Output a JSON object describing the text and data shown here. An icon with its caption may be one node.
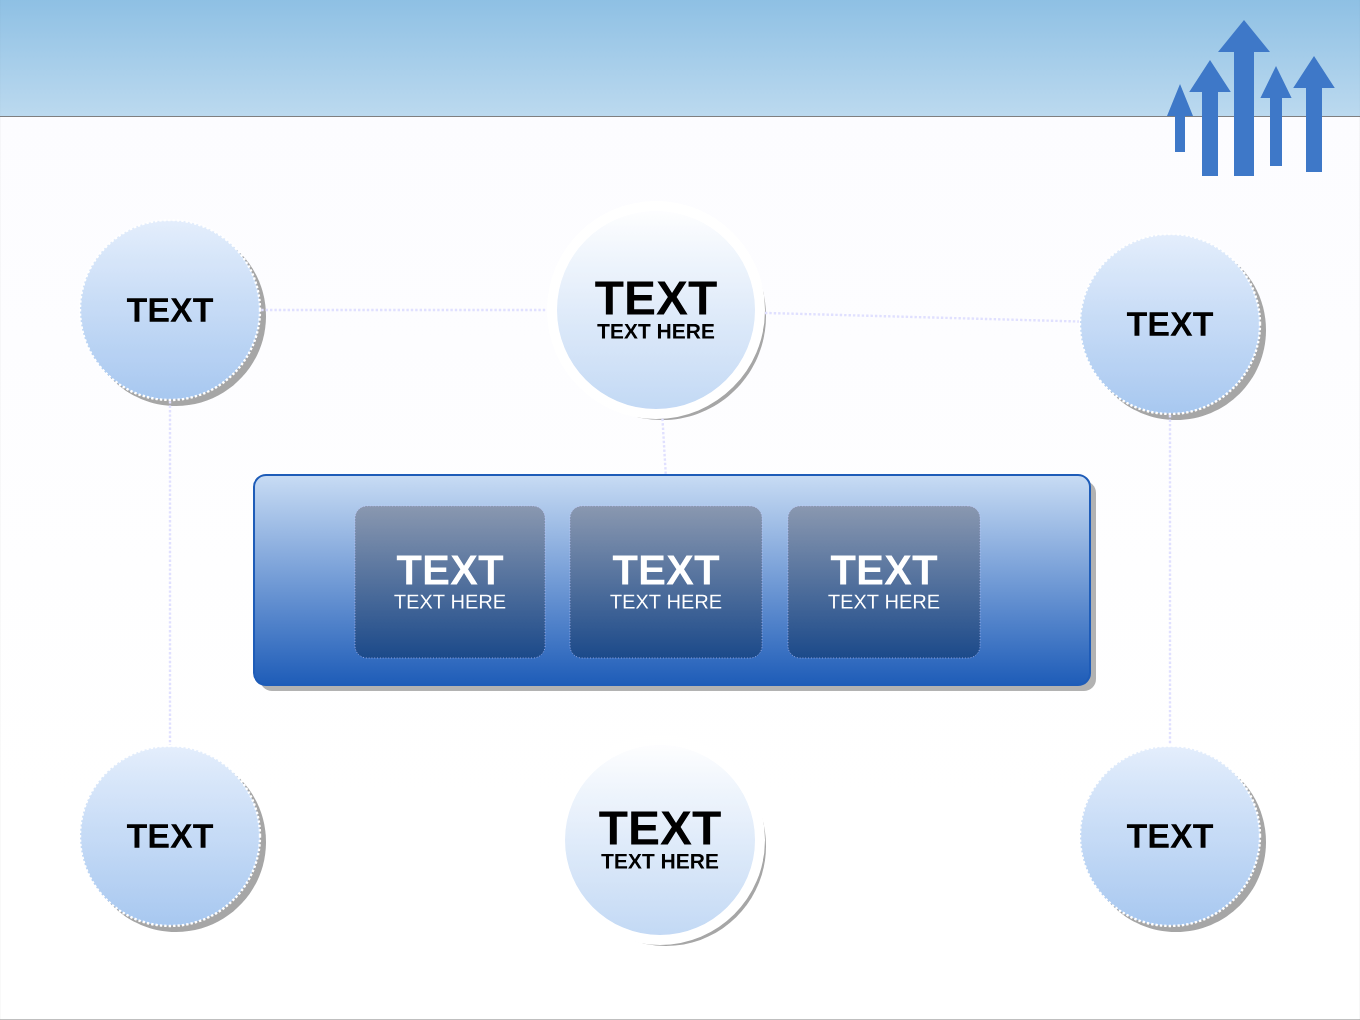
{
  "diagram": {
    "nodes": [
      {
        "text": [
          "TEXT"
        ]
      },
      {
        "text": [
          "TEXT",
          "TEXT HERE"
        ]
      },
      {
        "text": [
          "TEXT"
        ]
      },
      {
        "text": [],
        "shape": "box"
      },
      {
        "text": [
          "TEXT",
          "TEXT HERE"
        ],
        "in": 3
      },
      {
        "text": [
          "TEXT",
          "TEXT HERE"
        ],
        "in": 3
      },
      {
        "text": [
          "TEXT",
          "TEXT HERE"
        ],
        "in": 3
      },
      {
        "text": [
          "TEXT"
        ]
      },
      {
        "text": [
          "TEXT",
          "TEXT HERE"
        ]
      },
      {
        "text": [
          "TEXT"
        ]
      }
    ],
    "edges": [
      {
        "from": 0,
        "to": 1,
        "arrow": "none",
        "style": "dashed"
      },
      {
        "from": 1,
        "to": 2,
        "arrow": "none",
        "style": "dashed"
      },
      {
        "from": 1,
        "to": 3,
        "arrow": "none",
        "style": "dashed"
      },
      {
        "from": 0,
        "to": 7,
        "arrow": "none",
        "style": "dashed"
      },
      {
        "from": 2,
        "to": 9,
        "arrow": "none",
        "style": "dashed"
      }
    ]
  }
}
